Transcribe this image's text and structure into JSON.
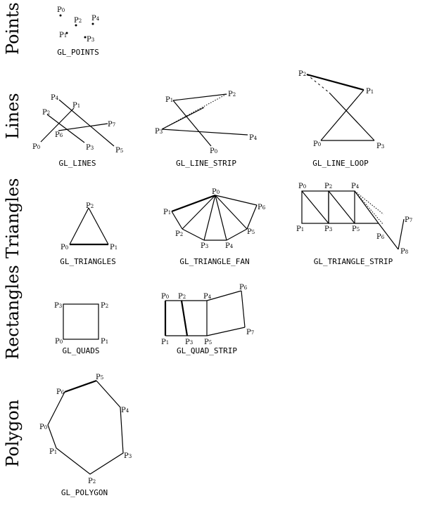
{
  "rows": [
    {
      "label": "Points"
    },
    {
      "label": "Lines"
    },
    {
      "label": "Triangles"
    },
    {
      "label": "Rectangles"
    },
    {
      "label": "Polygon"
    }
  ],
  "diagrams": [
    {
      "caption": "GL_POINTS",
      "points": [
        {
          "name": "P",
          "sub": "0"
        },
        {
          "name": "P",
          "sub": "1"
        },
        {
          "name": "P",
          "sub": "2"
        },
        {
          "name": "P",
          "sub": "3"
        },
        {
          "name": "P",
          "sub": "4"
        }
      ]
    },
    {
      "caption": "GL_LINES",
      "points": [
        {
          "name": "P",
          "sub": "0"
        },
        {
          "name": "P",
          "sub": "1"
        },
        {
          "name": "P",
          "sub": "2"
        },
        {
          "name": "P",
          "sub": "3"
        },
        {
          "name": "P",
          "sub": "4"
        },
        {
          "name": "P",
          "sub": "5"
        },
        {
          "name": "P",
          "sub": "6"
        },
        {
          "name": "P",
          "sub": "7"
        }
      ]
    },
    {
      "caption": "GL_LINE_STRIP",
      "points": [
        {
          "name": "P",
          "sub": "0"
        },
        {
          "name": "P",
          "sub": "1"
        },
        {
          "name": "P",
          "sub": "2"
        },
        {
          "name": "P",
          "sub": "3"
        },
        {
          "name": "P",
          "sub": "4"
        }
      ]
    },
    {
      "caption": "GL_LINE_LOOP",
      "points": [
        {
          "name": "P",
          "sub": "0"
        },
        {
          "name": "P",
          "sub": "1"
        },
        {
          "name": "P",
          "sub": "2"
        },
        {
          "name": "P",
          "sub": "3"
        }
      ]
    },
    {
      "caption": "GL_TRIANGLES",
      "points": [
        {
          "name": "P",
          "sub": "0"
        },
        {
          "name": "P",
          "sub": "1"
        },
        {
          "name": "P",
          "sub": "2"
        }
      ]
    },
    {
      "caption": "GL_TRIANGLE_FAN",
      "points": [
        {
          "name": "P",
          "sub": "0"
        },
        {
          "name": "P",
          "sub": "1"
        },
        {
          "name": "P",
          "sub": "2"
        },
        {
          "name": "P",
          "sub": "3"
        },
        {
          "name": "P",
          "sub": "4"
        },
        {
          "name": "P",
          "sub": "5"
        },
        {
          "name": "P",
          "sub": "6"
        }
      ]
    },
    {
      "caption": "GL_TRIANGLE_STRIP",
      "points": [
        {
          "name": "P",
          "sub": "0"
        },
        {
          "name": "P",
          "sub": "1"
        },
        {
          "name": "P",
          "sub": "2"
        },
        {
          "name": "P",
          "sub": "3"
        },
        {
          "name": "P",
          "sub": "4"
        },
        {
          "name": "P",
          "sub": "5"
        },
        {
          "name": "P",
          "sub": "6"
        },
        {
          "name": "P",
          "sub": "7"
        },
        {
          "name": "P",
          "sub": "8"
        }
      ]
    },
    {
      "caption": "GL_QUADS",
      "points": [
        {
          "name": "P",
          "sub": "0"
        },
        {
          "name": "P",
          "sub": "1"
        },
        {
          "name": "P",
          "sub": "2"
        },
        {
          "name": "P",
          "sub": "3"
        }
      ]
    },
    {
      "caption": "GL_QUAD_STRIP",
      "points": [
        {
          "name": "P",
          "sub": "0"
        },
        {
          "name": "P",
          "sub": "1"
        },
        {
          "name": "P",
          "sub": "2"
        },
        {
          "name": "P",
          "sub": "3"
        },
        {
          "name": "P",
          "sub": "4"
        },
        {
          "name": "P",
          "sub": "5"
        },
        {
          "name": "P",
          "sub": "6"
        },
        {
          "name": "P",
          "sub": "7"
        }
      ]
    },
    {
      "caption": "GL_POLYGON",
      "points": [
        {
          "name": "P",
          "sub": "0"
        },
        {
          "name": "P",
          "sub": "1"
        },
        {
          "name": "P",
          "sub": "2"
        },
        {
          "name": "P",
          "sub": "3"
        },
        {
          "name": "P",
          "sub": "4"
        },
        {
          "name": "P",
          "sub": "5"
        },
        {
          "name": "P",
          "sub": "6"
        }
      ]
    }
  ]
}
